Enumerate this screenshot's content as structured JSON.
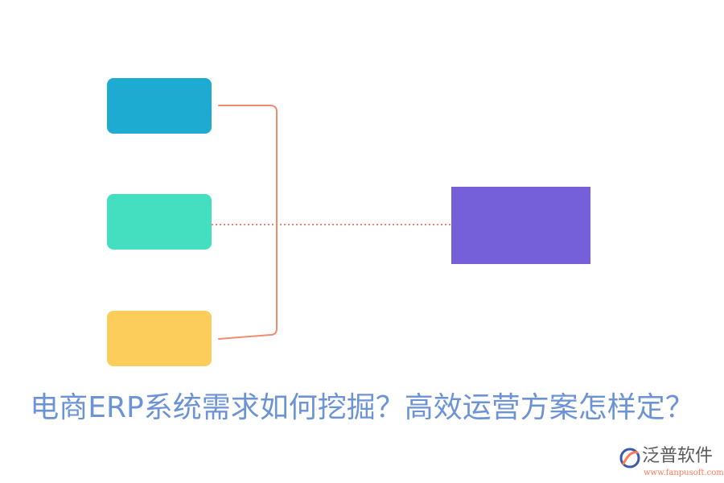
{
  "diagram": {
    "nodes": [
      {
        "id": "top",
        "label": "",
        "color": "#1eabd2"
      },
      {
        "id": "middle",
        "label": "",
        "color": "#44dfc0"
      },
      {
        "id": "bottom",
        "label": "",
        "color": "#fdcd5c"
      },
      {
        "id": "target",
        "label": "",
        "color": "#7660d9"
      }
    ],
    "connector_color": "#f08c6e",
    "dotted_link_color": "#f5826e"
  },
  "title": {
    "text": "电商ERP系统需求如何挖掘？高效运营方案怎样定？",
    "color": "#6c93d6"
  },
  "logo": {
    "name": "泛普软件",
    "url": "www.fanpusoft.com",
    "accent_color": "#ff7a59",
    "mark_color": "#3d5aa8"
  }
}
